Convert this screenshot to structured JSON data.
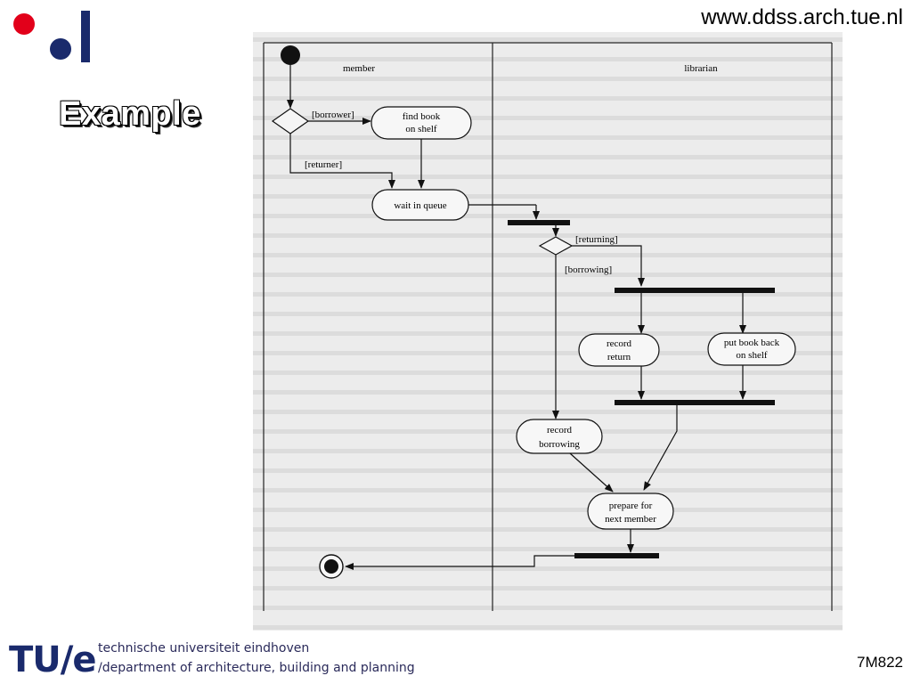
{
  "header": {
    "url": "www.ddss.arch.tue.nl",
    "title": "Example"
  },
  "diagram": {
    "swimlanes": {
      "left": "member",
      "right": "librarian"
    },
    "guards": {
      "borrower": "[borrower]",
      "returner": "[returner]",
      "returning": "[returning]",
      "borrowing": "[borrowing]"
    },
    "activities": {
      "find_book": [
        "find book",
        "on shelf"
      ],
      "wait_queue": "wait in queue",
      "record_return": [
        "record",
        "return"
      ],
      "put_back": [
        "put book back",
        "on shelf"
      ],
      "record_borrowing": [
        "record",
        "borrowing"
      ],
      "prepare": [
        "prepare for",
        "next  member"
      ]
    }
  },
  "footer": {
    "logo": "TU/e",
    "line1": "technische universiteit eindhoven",
    "line2": "/department of architecture, building and planning",
    "code": "7M822"
  },
  "colors": {
    "brand_red": "#e2001a",
    "brand_navy": "#1a2a6c",
    "scan_bg": "#eeeeee"
  }
}
